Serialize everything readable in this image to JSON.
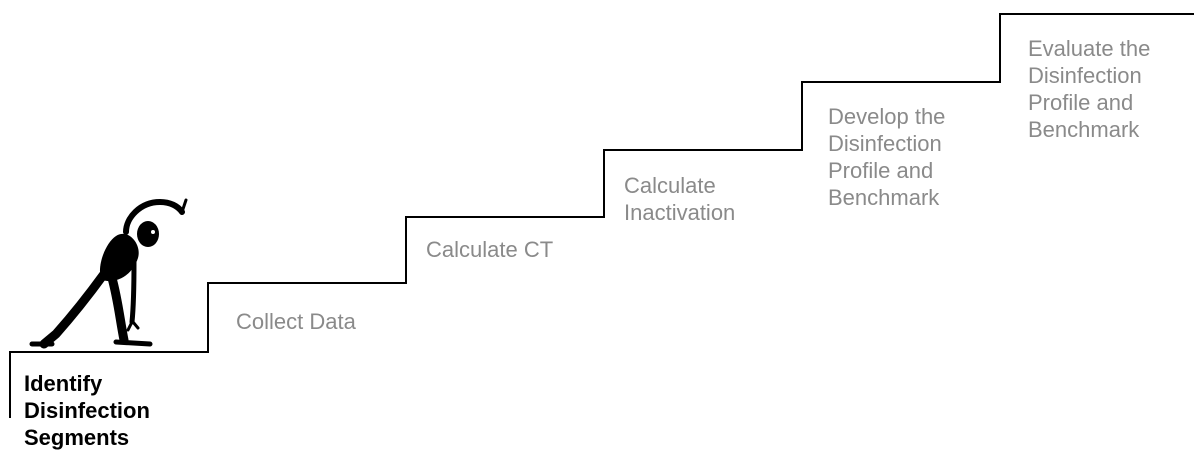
{
  "steps": [
    {
      "lines": [
        "Identify",
        "Disinfection",
        "Segments"
      ],
      "current": true
    },
    {
      "lines": [
        "Collect Data"
      ],
      "current": false
    },
    {
      "lines": [
        "Calculate CT"
      ],
      "current": false
    },
    {
      "lines": [
        "Calculate",
        "Inactivation"
      ],
      "current": false
    },
    {
      "lines": [
        "Develop the",
        "Disinfection",
        "Profile and",
        "Benchmark"
      ],
      "current": false
    },
    {
      "lines": [
        "Evaluate the",
        "Disinfection",
        "Profile and",
        "Benchmark"
      ],
      "current": false
    }
  ],
  "colors": {
    "current_step_text": "#000000",
    "future_step_text": "#8a8a8a",
    "stair_line": "#000000"
  },
  "icons": {
    "figure": "stretching-person-icon"
  }
}
